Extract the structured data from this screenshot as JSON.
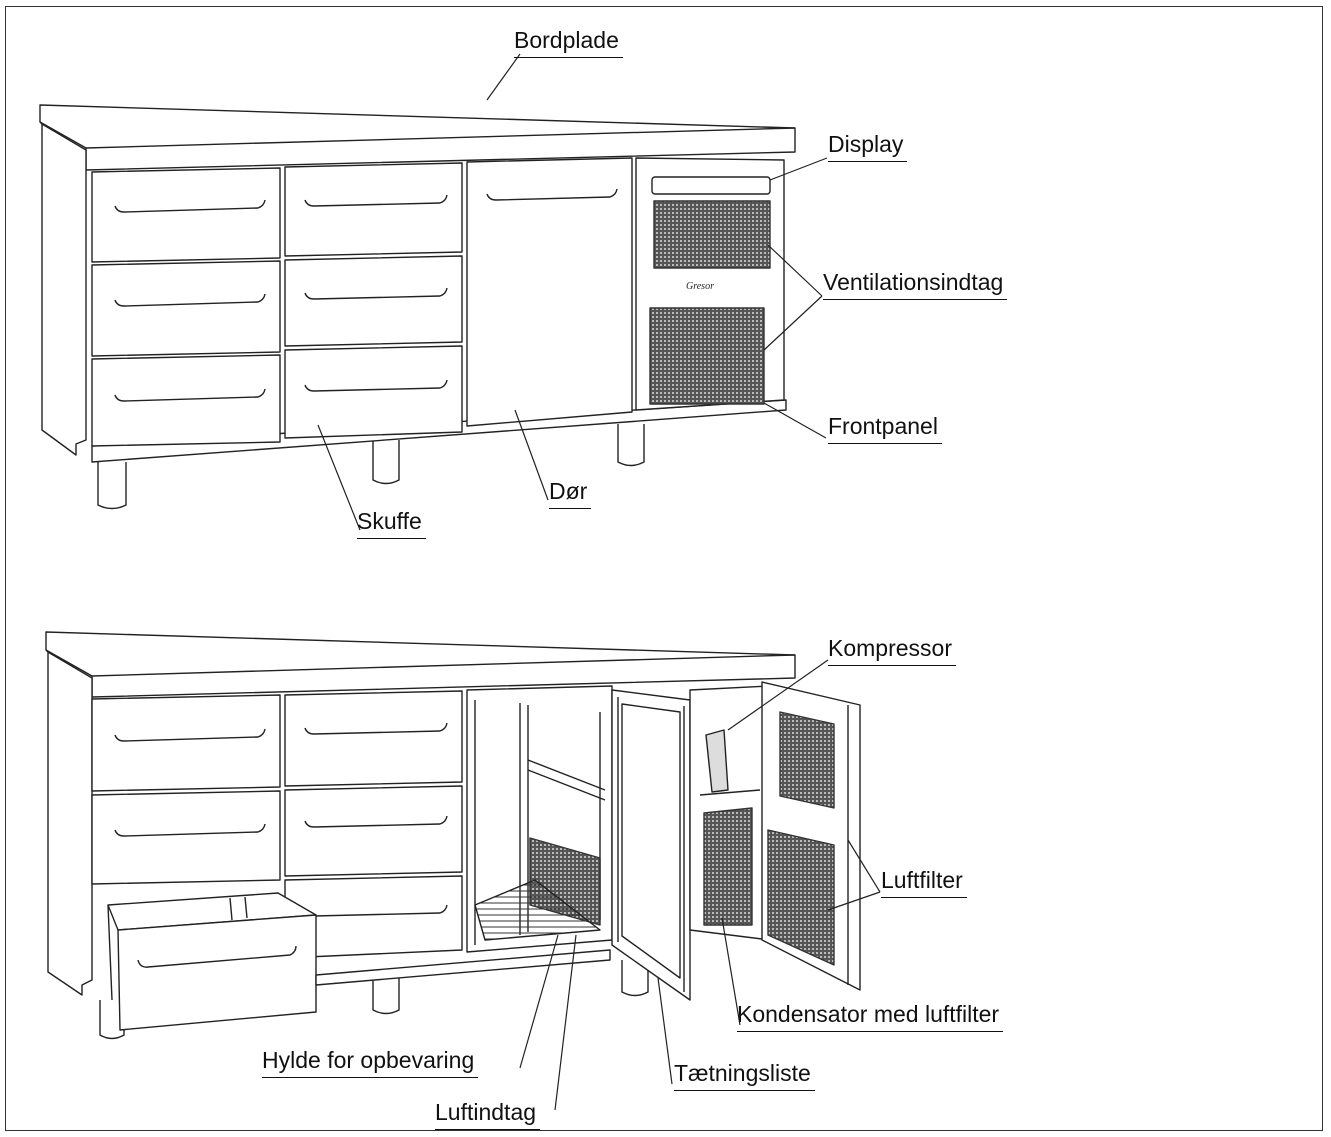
{
  "labels": {
    "bordplade": "Bordplade",
    "display": "Display",
    "ventilationsindtag": "Ventilationsindtag",
    "frontpanel": "Frontpanel",
    "dor": "Dør",
    "skuffe": "Skuffe",
    "kompressor": "Kompressor",
    "luftfilter": "Luftfilter",
    "kondensator": "Kondensator med luftfilter",
    "taetningsliste": "Tætningsliste",
    "hylde": "Hylde for opbevaring",
    "luftindtag": "Luftindtag"
  },
  "colors": {
    "line": "#222222",
    "mesh": "#3a3a3a",
    "paper": "#ffffff"
  }
}
